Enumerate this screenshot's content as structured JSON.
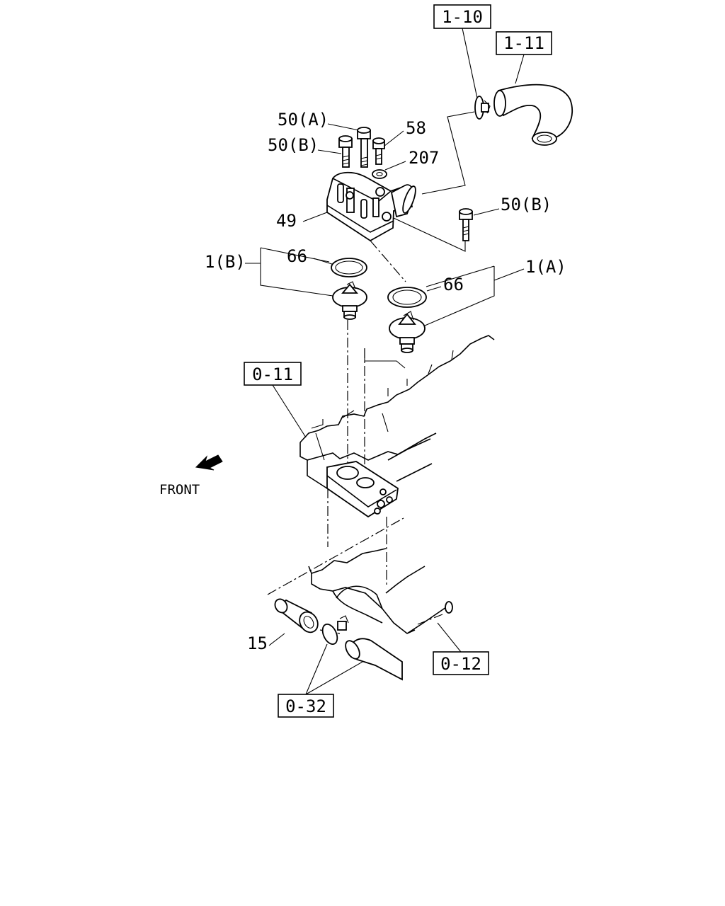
{
  "callouts": {
    "ref_1_10": "1-10",
    "ref_1_11": "1-11",
    "ref_0_11": "0-11",
    "ref_0_12": "0-12",
    "ref_0_32": "0-32",
    "part_50a": "50(A)",
    "part_50b_left": "50(B)",
    "part_50b_right": "50(B)",
    "part_58": "58",
    "part_207": "207",
    "part_49": "49",
    "part_66_left": "66",
    "part_66_right": "66",
    "part_1b": "1(B)",
    "part_1a": "1(A)",
    "part_15": "15"
  },
  "front_label": "FRONT"
}
